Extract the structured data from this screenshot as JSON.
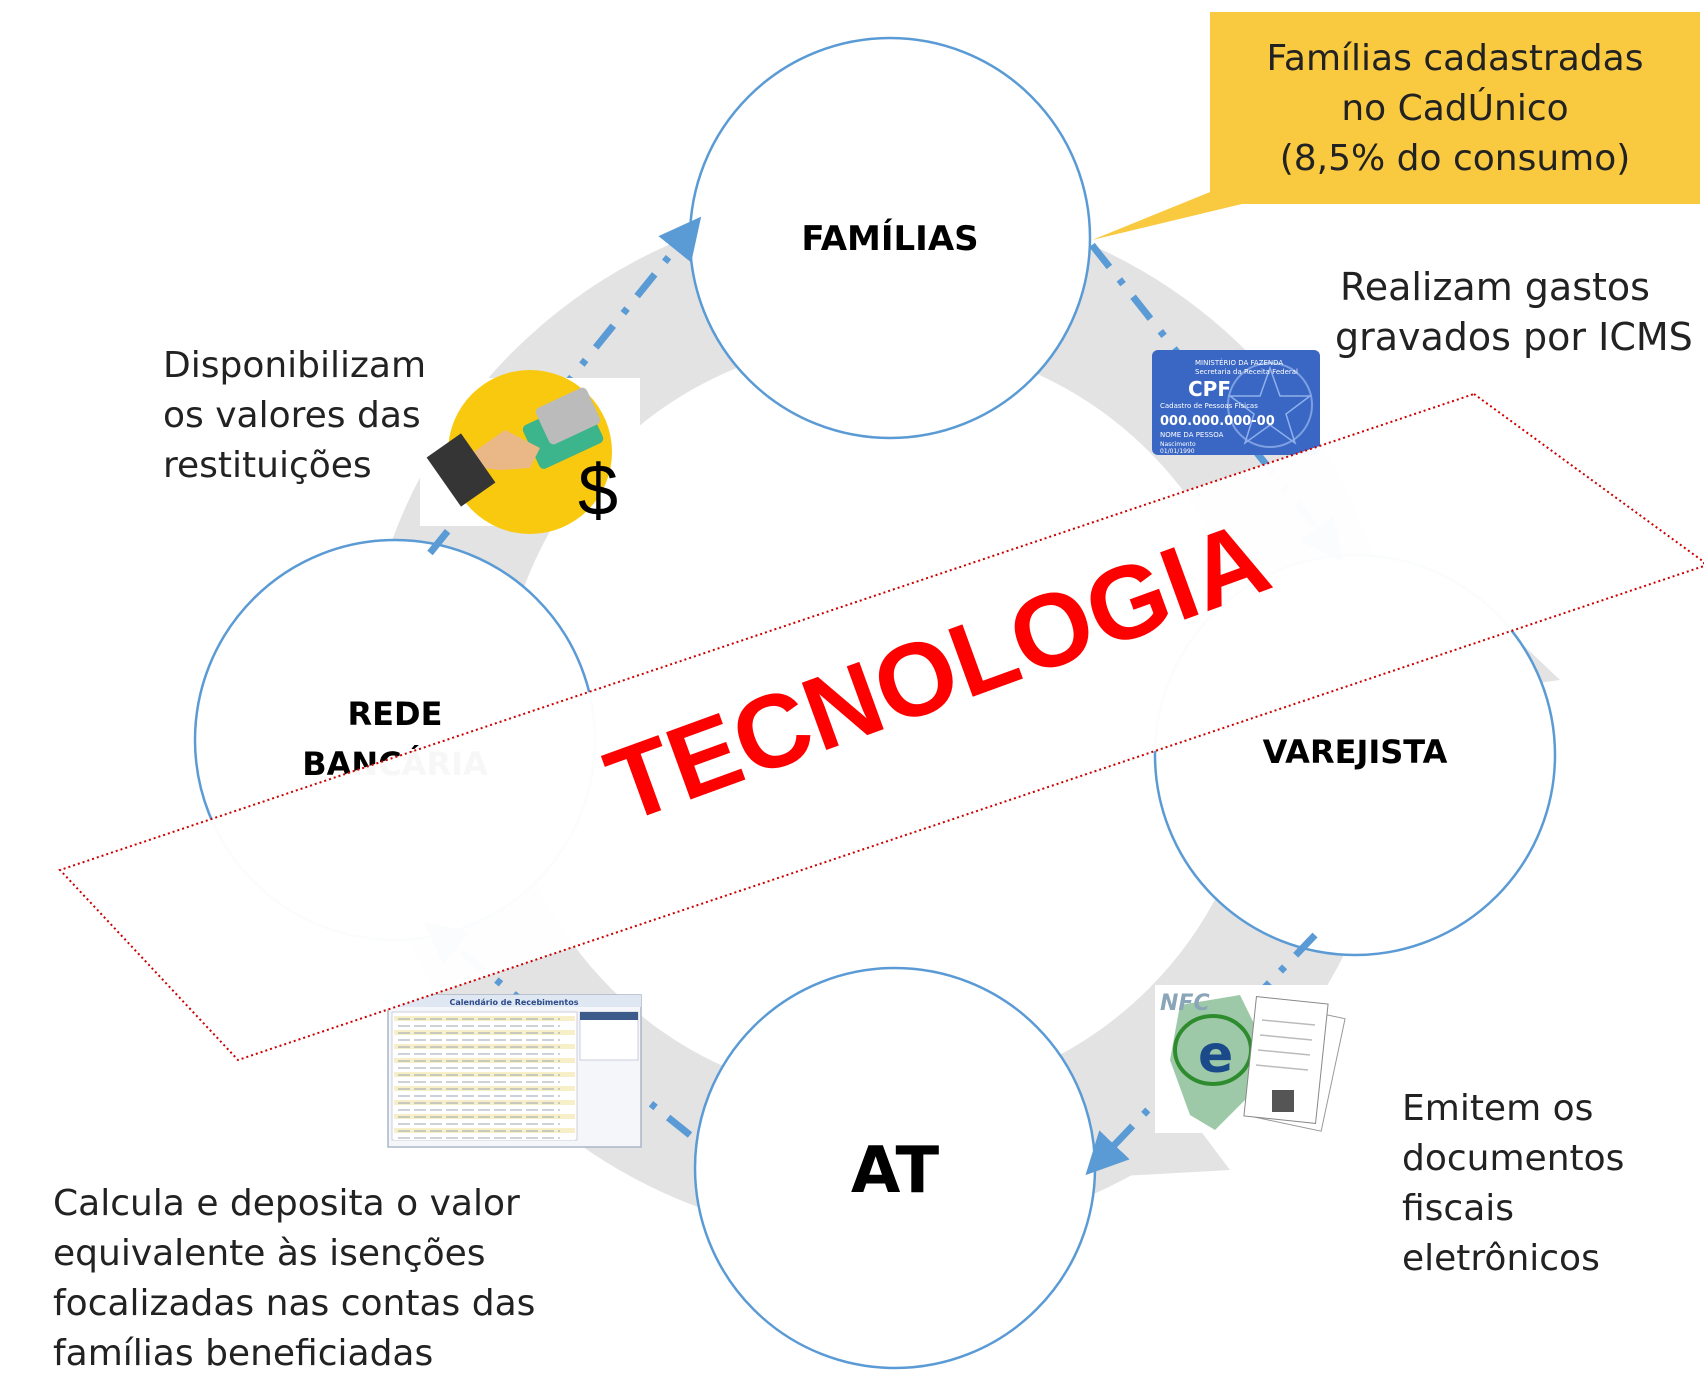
{
  "nodes": {
    "familias": "FAMÍLIAS",
    "rede_bancaria_line1": "REDE",
    "rede_bancaria_line2": "BANCÁRIA",
    "varejista": "VAREJISTA",
    "at": "AT"
  },
  "callout": {
    "line1": "Famílias cadastradas",
    "line2": "no CadÚnico",
    "line3": "(8,5% do consumo)"
  },
  "captions": {
    "realizam": [
      "Realizam gastos",
      "gravados por ICMS"
    ],
    "disponibilizam": [
      "Disponibilizam",
      "os valores das",
      "restituições"
    ],
    "emitem": [
      "Emitem os",
      "documentos",
      "fiscais",
      "eletrônicos"
    ],
    "calcula": [
      "Calcula e deposita o valor",
      "equivalente às isenções",
      "focalizadas nas contas das",
      "famílias beneficiadas"
    ]
  },
  "banner": {
    "text": "TECNOLOGIA"
  },
  "cpf_card": {
    "header1": "MINISTÉRIO DA FAZENDA",
    "header2": "Secretaria da Receita Federal",
    "title": "CPF",
    "subtitle": "Cadastro de Pessoas Físicas",
    "number": "000.000.000-00",
    "name": "NOME DA PESSOA",
    "birth": "Nascimento",
    "birth_value": "01/01/1990"
  },
  "nfce": {
    "logo": "NFC",
    "e": "e"
  },
  "calendar_shot": {
    "title": "Calendário de Recebimentos"
  },
  "payment_icon": {
    "symbol": "$"
  },
  "colors": {
    "ring": "#e3e3e3",
    "circle_stroke": "#5b9bd5",
    "arrow": "#5b9bd5",
    "callout_fill": "#f9c940",
    "banner_text": "#ff0000",
    "banner_border": "#cc0000",
    "cpf_card": "#3a67c4",
    "coin": "#f8c90e"
  }
}
